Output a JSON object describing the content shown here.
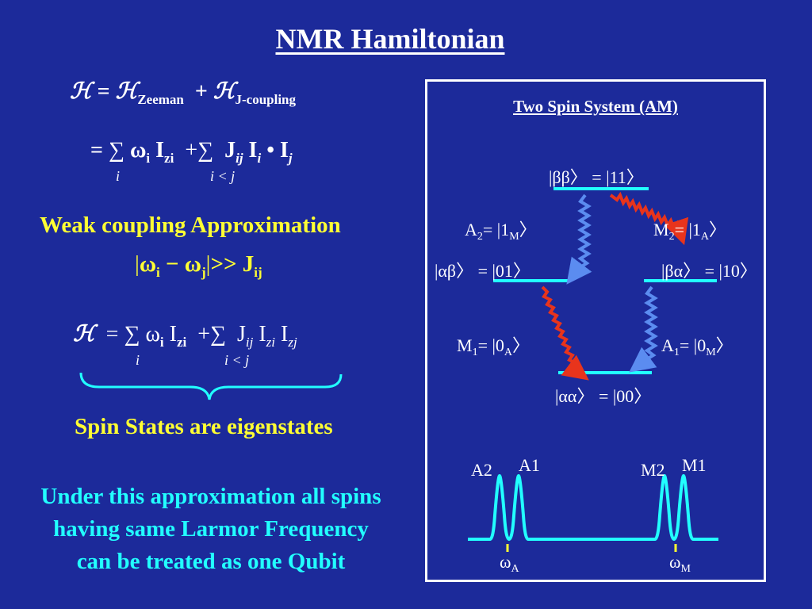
{
  "title": "NMR Hamiltonian",
  "eq1": {
    "h": "ℋ",
    "eqs": "=",
    "sub1": "Zeeman",
    "plus": "+",
    "sub2": "J-coupling"
  },
  "eq2": {
    "eqs": "=",
    "sum": "∑",
    "omega": "ω",
    "om_sub": "i",
    "I": "I",
    "I_sub": "zi",
    "plus": "+",
    "J": "J",
    "J_sub": "ij",
    "Ii_sub": "i",
    "dot": "•",
    "Ij_sub": "j",
    "under1": "i",
    "under2": "i < j"
  },
  "weak": {
    "label": "Weak coupling Approximation",
    "bar": "|",
    "omega": "ω",
    "sub_i": "i",
    "minus": "−",
    "sub_j": "j",
    "gg": ">>",
    "J": "J",
    "sub_ij": "ij"
  },
  "eq3": {
    "h": "ℋ",
    "eqs": "=",
    "sum": "∑",
    "omega": "ω",
    "om_sub": "i",
    "I": "I",
    "I_sub": "zi",
    "plus": "+",
    "J": "J",
    "J_sub": "ij",
    "I2_sub": "zi",
    "I3_sub": "zj",
    "under1": "i",
    "under2": "i < j"
  },
  "spin_states": "Spin States are eigenstates",
  "approx_text": [
    "Under this approximation all spins",
    "having same Larmor Frequency",
    "can be treated as one Qubit"
  ],
  "panel": {
    "title": "Two Spin System (AM)",
    "state_top": "|ββ〉 = |11〉",
    "state_left": "|αβ〉 = |01〉",
    "state_right": "|βα〉 = |10〉",
    "state_bottom": "|αα〉 = |00〉",
    "a2": {
      "main": "A",
      "sub": "2",
      "eq": "= |1",
      "sub2": "M",
      "end": "〉"
    },
    "m2": {
      "main": "M",
      "sub": "2",
      "eq": "= |1",
      "sub2": "A",
      "end": "〉"
    },
    "m1": {
      "main": "M",
      "sub": "1",
      "eq": "= |0",
      "sub2": "A",
      "end": "〉"
    },
    "a1": {
      "main": "A",
      "sub": "1",
      "eq": "= |0",
      "sub2": "M",
      "end": "〉"
    }
  },
  "spectrum": {
    "peaks": [
      "A2",
      "A1",
      "M2",
      "M1"
    ],
    "omega_a": "ω",
    "omega_a_sub": "A",
    "omega_m": "ω",
    "omega_m_sub": "M"
  },
  "colors": {
    "background": "#1c2a9a",
    "yellow": "#ffff33",
    "cyan": "#22ffff",
    "red": "#e8341c",
    "blue": "#5b8cf0"
  }
}
